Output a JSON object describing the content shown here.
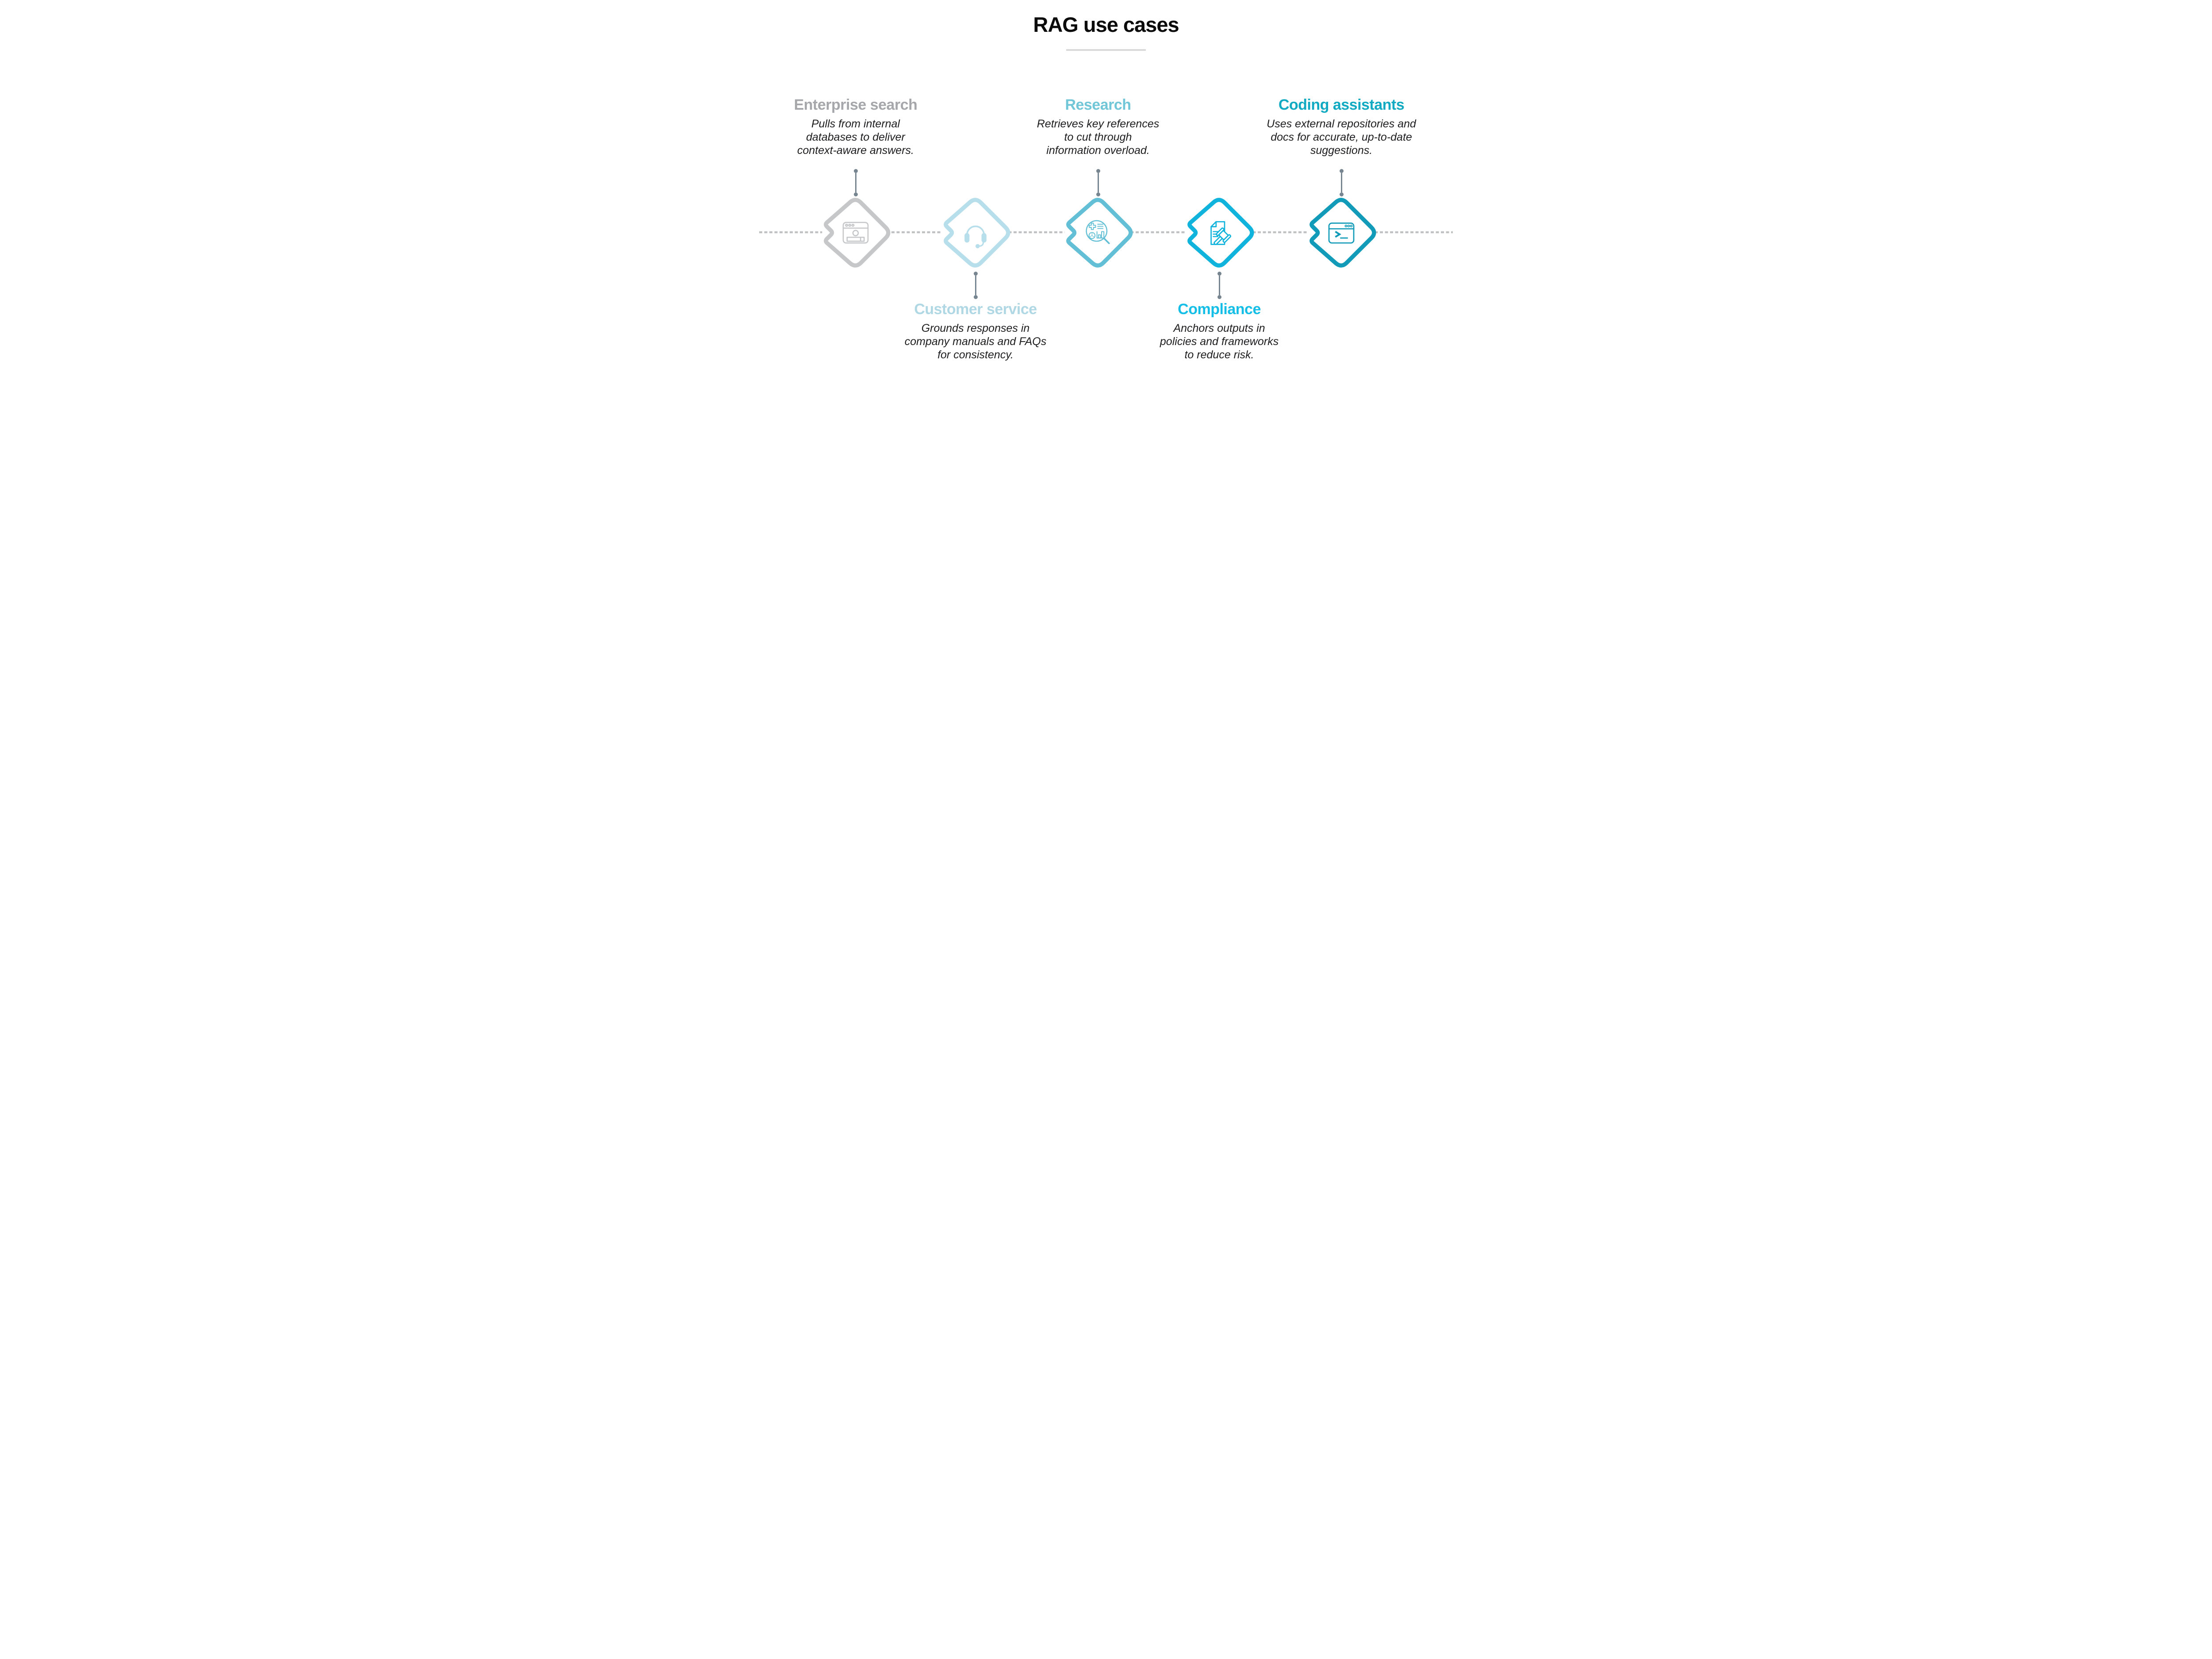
{
  "title": "RAG use cases",
  "title_color": "#0b0b0b",
  "divider_color": "#d9d9d9",
  "background_color": "#ffffff",
  "description_color": "#1d1d1f",
  "timeline": {
    "dash_color": "#c0c1c3",
    "connector_color": "#76858f"
  },
  "items": [
    {
      "id": "enterprise-search",
      "label": "Enterprise search",
      "label_color": "#a6a7ab",
      "diamond_color": "#c6c7c9",
      "icon": "browser-window-icon",
      "text_position": "top",
      "desc_lines": [
        "Pulls from internal",
        "databases to deliver",
        "context-aware answers."
      ]
    },
    {
      "id": "customer-service",
      "label": "Customer service",
      "label_color": "#b0d8e4",
      "diamond_color": "#b7deeb",
      "icon": "headset-icon",
      "text_position": "bottom",
      "desc_lines": [
        "Grounds responses in",
        "company manuals and FAQs",
        "for consistency."
      ]
    },
    {
      "id": "research",
      "label": "Research",
      "label_color": "#71c6d8",
      "diamond_color": "#62bfd5",
      "icon": "magnifier-analytics-icon",
      "text_position": "top",
      "desc_lines": [
        "Retrieves key references",
        "to cut through",
        "information overload."
      ]
    },
    {
      "id": "compliance",
      "label": "Compliance",
      "label_color": "#14bee7",
      "diamond_color": "#10b3dc",
      "icon": "document-gavel-icon",
      "text_position": "bottom",
      "desc_lines": [
        "Anchors outputs in",
        "policies and frameworks",
        "to reduce risk."
      ]
    },
    {
      "id": "coding-assistants",
      "label": "Coding assistants",
      "label_color": "#11aac2",
      "diamond_color": "#119bb8",
      "icon": "terminal-icon",
      "text_position": "top",
      "desc_lines": [
        "Uses external repositories and",
        "docs for accurate, up-to-date",
        "suggestions."
      ]
    }
  ]
}
